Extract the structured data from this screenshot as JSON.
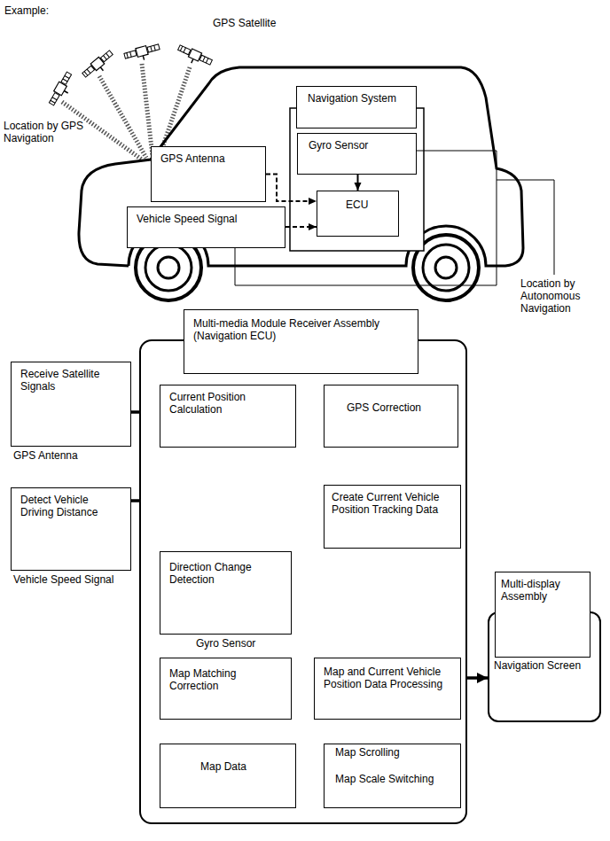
{
  "diagram": {
    "nodes": [
      {
        "text": [
          "Navigation System"
        ]
      },
      {
        "text": [
          "Gyro Sensor"
        ]
      },
      {
        "text": [
          "ECU"
        ]
      },
      {
        "text": [
          "GPS Antenna"
        ]
      },
      {
        "text": [
          "Vehicle Speed Signal"
        ]
      },
      {
        "text": [
          "Multi-media Module Receiver Assembly (Navigation ECU)"
        ]
      },
      {
        "text": [
          "Receive Satellite Signals",
          "GPS Antenna"
        ]
      },
      {
        "text": [
          "Current Position Calculation"
        ],
        "in": 5
      },
      {
        "text": [
          "GPS Correction"
        ],
        "in": 5
      },
      {
        "text": [
          "Detect Vehicle Driving Distance",
          "Vehicle Speed Signal"
        ]
      },
      {
        "text": [
          "Create Current Vehicle Position Tracking Data"
        ],
        "in": 5
      },
      {
        "text": [
          "Direction Change Detection",
          "Gyro Sensor"
        ],
        "in": 5
      },
      {
        "text": [
          "Map Matching Correction"
        ],
        "in": 5
      },
      {
        "text": [
          "Map and Current Vehicle Position Data Processing"
        ],
        "in": 5
      },
      {
        "text": [
          "Map Data"
        ],
        "in": 5
      },
      {
        "text": [
          "Map Scrolling",
          "Map Scale Switching"
        ],
        "in": 5
      },
      {
        "text": [
          "Navigation Screen"
        ]
      },
      {
        "text": [
          "Multi-display Assembly"
        ],
        "in": 16
      }
    ],
    "edges": [
      {
        "from": 3,
        "to": 2,
        "arrow": "to"
      },
      {
        "from": 4,
        "to": 2,
        "arrow": "to"
      },
      {
        "from": 1,
        "to": 2,
        "arrow": "to"
      },
      {
        "from": 6,
        "to": 7,
        "arrow": "to"
      },
      {
        "from": 7,
        "to": 8,
        "arrow": "to"
      },
      {
        "from": 8,
        "to": 10,
        "arrow": "to"
      },
      {
        "from": 9,
        "to": 10,
        "arrow": "to"
      },
      {
        "from": 11,
        "to": 10,
        "arrow": "to"
      },
      {
        "from": 12,
        "to": 10,
        "arrow": "to"
      },
      {
        "from": 10,
        "to": 13,
        "arrow": "to"
      },
      {
        "from": 13,
        "to": 16,
        "arrow": "to"
      },
      {
        "from": 14,
        "to": 12,
        "arrow": "to"
      },
      {
        "from": 14,
        "to": 15,
        "arrow": "to"
      },
      {
        "from": 15,
        "to": 13,
        "arrow": "to"
      }
    ],
    "labels": [
      "Example:",
      "GPS Satellite",
      "Location by GPS Navigation",
      "Location by Autonomous Navigation"
    ]
  }
}
